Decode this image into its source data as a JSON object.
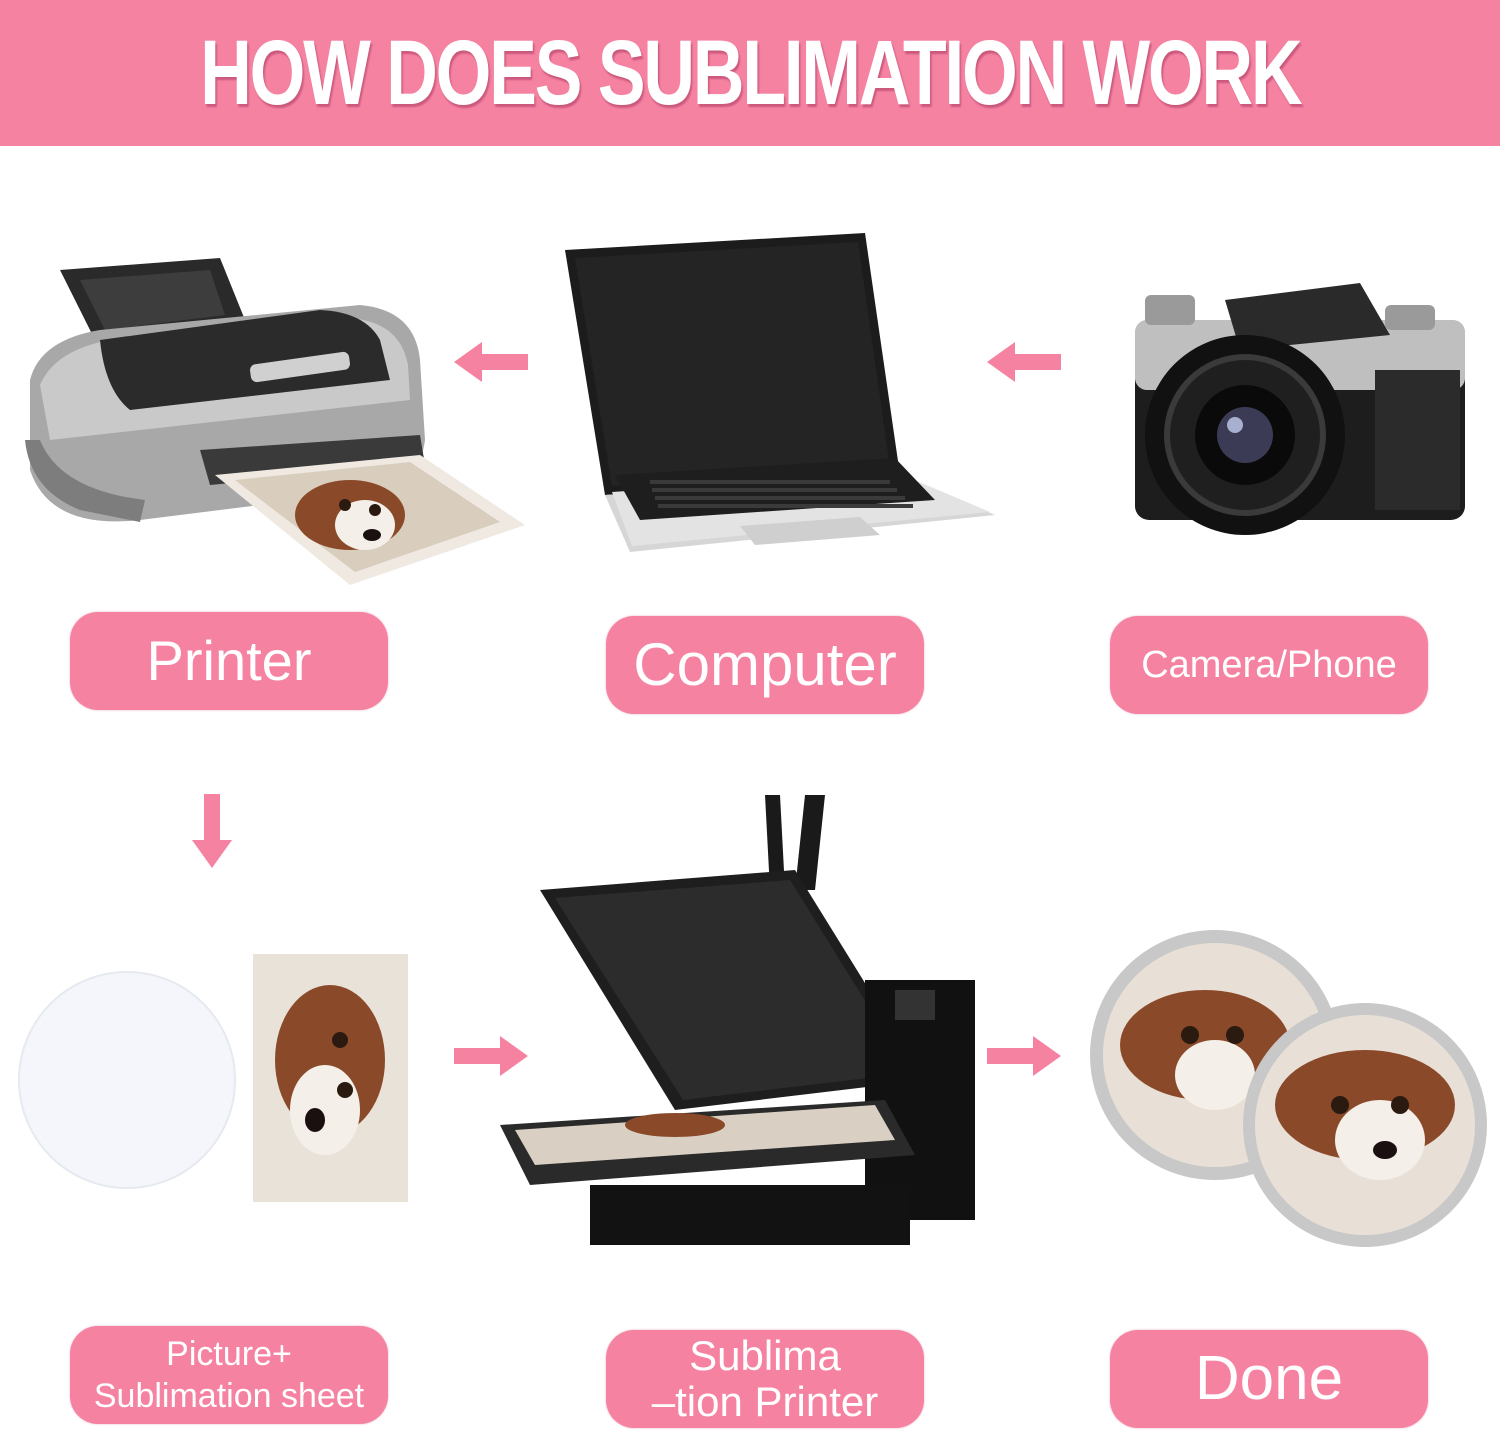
{
  "header": {
    "title": "HOW DOES SUBLIMATION WORK"
  },
  "colors": {
    "accent_pink": "#f682a2",
    "text_white": "#ffffff",
    "background": "#ffffff"
  },
  "steps": [
    {
      "id": "printer",
      "label_lines": [
        "Printer"
      ],
      "illustration": "inkjet-printer-printing-dog-photo"
    },
    {
      "id": "computer",
      "label_lines": [
        "Computer"
      ],
      "illustration": "laptop-computer"
    },
    {
      "id": "camera",
      "label_lines": [
        "Camera/Phone"
      ],
      "illustration": "film-camera"
    },
    {
      "id": "picture",
      "label_lines": [
        "Picture+",
        "Sublimation sheet"
      ],
      "illustration": "blank-disc-and-dog-photo-sheet"
    },
    {
      "id": "press",
      "label_lines": [
        "Sublima",
        "–tion Printer"
      ],
      "illustration": "heat-press-machine"
    },
    {
      "id": "done",
      "label_lines": [
        "Done"
      ],
      "illustration": "two-round-dog-photo-coasters"
    }
  ],
  "arrows": [
    {
      "from": "camera",
      "to": "computer",
      "direction": "left"
    },
    {
      "from": "computer",
      "to": "printer",
      "direction": "left"
    },
    {
      "from": "printer",
      "to": "picture",
      "direction": "down"
    },
    {
      "from": "picture",
      "to": "press",
      "direction": "right"
    },
    {
      "from": "press",
      "to": "done",
      "direction": "right"
    }
  ]
}
